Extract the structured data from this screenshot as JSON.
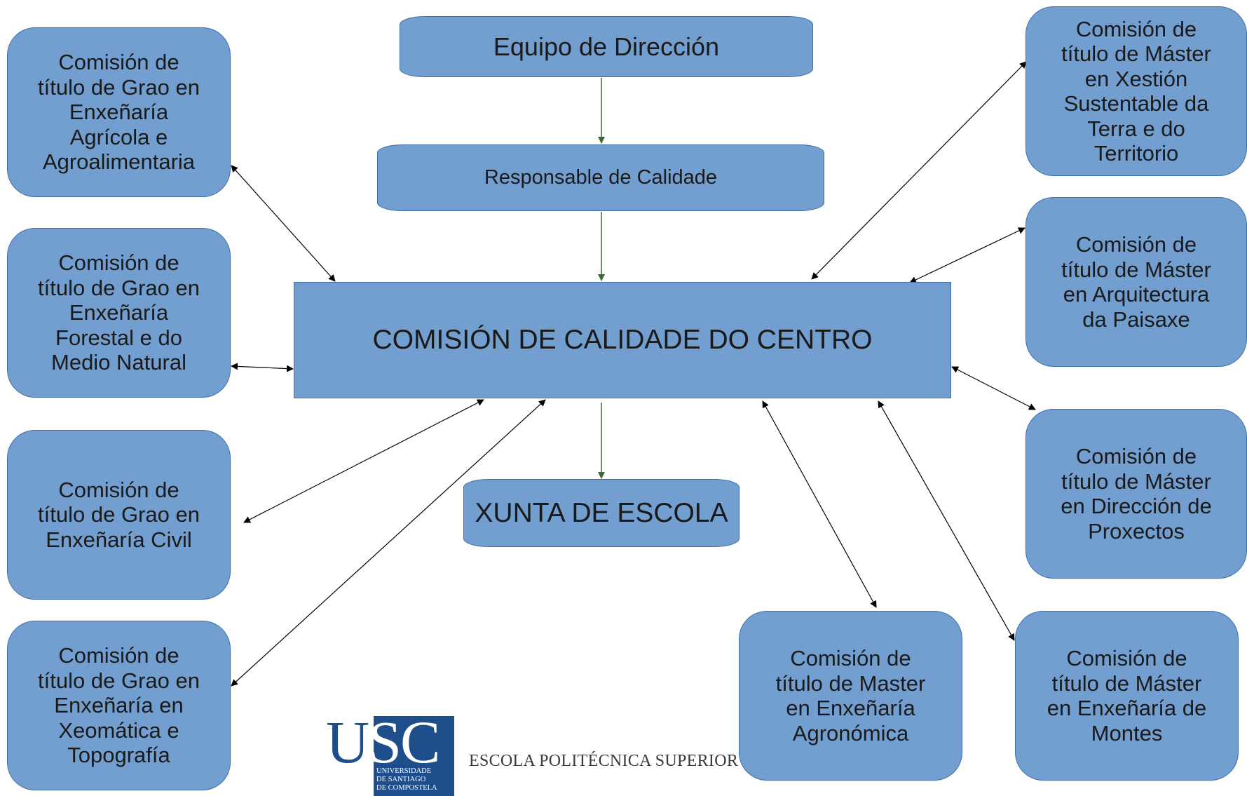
{
  "hierarchy": {
    "equipo": "Equipo de Dirección",
    "responsable": "Responsable de Calidade",
    "centro": "COMISIÓN DE CALIDADE DO CENTRO",
    "xunta": "XUNTA DE ESCOLA"
  },
  "commissions": {
    "grao_agricola": "Comisión de\ntítulo de Grao en\nEnxeñaría\nAgrícola e\nAgroalimentaria",
    "grao_forestal": "Comisión de\ntítulo de Grao en\nEnxeñaría\nForestal e do\nMedio Natural",
    "grao_civil": "Comisión de\ntítulo de Grao en\nEnxeñaría Civil",
    "grao_xeomatica": "Comisión de\ntítulo de Grao en\nEnxeñaría en\nXeomática e\nTopografía",
    "master_xestion": "Comisión de\ntítulo de Máster\nen Xestión\nSustentable da\nTerra e do\nTerritorio",
    "master_paisaxe": "Comisión de\ntítulo de Máster\nen Arquitectura\nda Paisaxe",
    "master_proxectos": "Comisión de\ntítulo de Máster\nen Dirección de\nProxectos",
    "master_agronomica": "Comisión de\ntítulo de Master\nen Enxeñaría\nAgronómica",
    "master_montes": "Comisión de\ntítulo de Máster\nen Enxeñaría de\nMontes"
  },
  "logo": {
    "acronym_u": "U",
    "acronym_sc": "SC",
    "university": "UNIVERSIDADE\nDE SANTIAGO\nDE COMPOSTELA",
    "school": "ESCOLA POLITÉCNICA SUPERIOR"
  },
  "colors": {
    "box_fill": "#729fcf",
    "box_border": "#3f6fa5",
    "hierarchy_arrow": "#3b6b32",
    "link_arrow": "#000000"
  }
}
